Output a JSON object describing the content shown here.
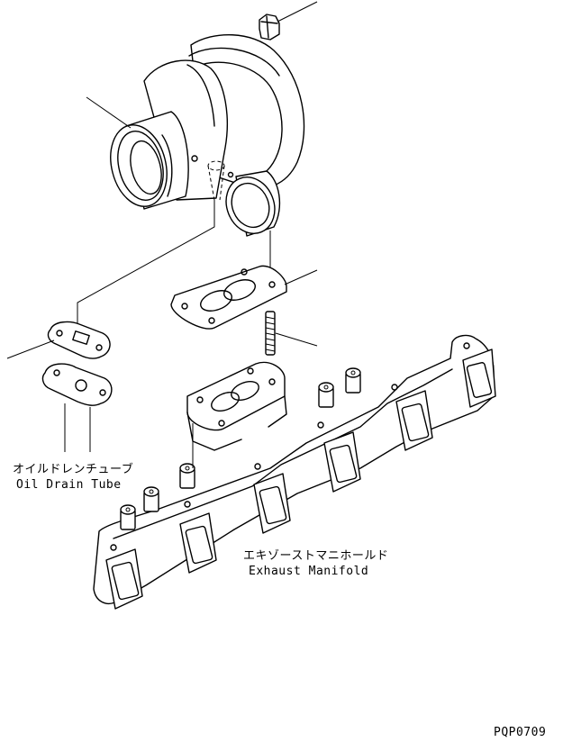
{
  "labels": {
    "oil_drain_jp": "オイルドレンチューブ",
    "oil_drain_en": "Oil Drain Tube",
    "manifold_jp": "エキゾーストマニホールド",
    "manifold_en": "Exhaust Manifold",
    "drawing_code": "PQP0709"
  },
  "icons": [
    "turbocharger",
    "turbo-mounting-nut",
    "turbo-gasket",
    "oil-drain-gasket",
    "oil-drain-flange",
    "stud-bolt",
    "exhaust-manifold"
  ]
}
